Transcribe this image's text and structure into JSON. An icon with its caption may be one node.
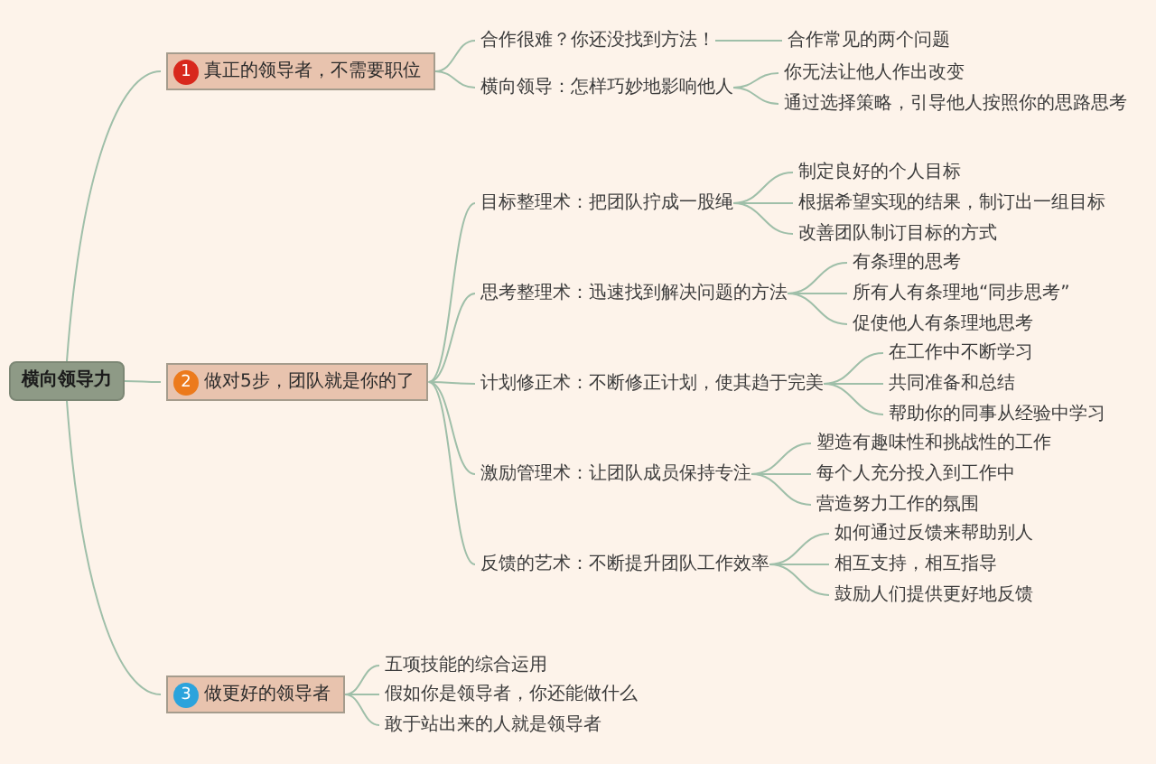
{
  "diagram": {
    "nodes": [
      {
        "text": [
          "横向领导力"
        ]
      },
      {
        "text": [
          "1",
          "真正的领导者，不需要职位"
        ]
      },
      {
        "text": [
          "2",
          "做对5步，团队就是你的了"
        ]
      },
      {
        "text": [
          "3",
          "做更好的领导者"
        ]
      },
      {
        "text": [
          "合作很难？你还没找到方法！"
        ]
      },
      {
        "text": [
          "合作常见的两个问题"
        ]
      },
      {
        "text": [
          "横向领导：怎样巧妙地影响他人"
        ]
      },
      {
        "text": [
          "你无法让他人作出改变"
        ]
      },
      {
        "text": [
          "通过选择策略，引导他人按照你的思路思考"
        ]
      },
      {
        "text": [
          "目标整理术：把团队拧成一股绳"
        ]
      },
      {
        "text": [
          "制定良好的个人目标"
        ]
      },
      {
        "text": [
          "根据希望实现的结果，制订出一组目标"
        ]
      },
      {
        "text": [
          "改善团队制订目标的方式"
        ]
      },
      {
        "text": [
          "思考整理术：迅速找到解决问题的方法"
        ]
      },
      {
        "text": [
          "有条理的思考"
        ]
      },
      {
        "text": [
          "所有人有条理地“同步思考”"
        ]
      },
      {
        "text": [
          "促使他人有条理地思考"
        ]
      },
      {
        "text": [
          "计划修正术：不断修正计划，使其趋于完美"
        ]
      },
      {
        "text": [
          "在工作中不断学习"
        ]
      },
      {
        "text": [
          "共同准备和总结"
        ]
      },
      {
        "text": [
          "帮助你的同事从经验中学习"
        ]
      },
      {
        "text": [
          "激励管理术：让团队成员保持专注"
        ]
      },
      {
        "text": [
          "塑造有趣味性和挑战性的工作"
        ]
      },
      {
        "text": [
          "每个人充分投入到工作中"
        ]
      },
      {
        "text": [
          "营造努力工作的氛围"
        ]
      },
      {
        "text": [
          "反馈的艺术：不断提升团队工作效率"
        ]
      },
      {
        "text": [
          "如何通过反馈来帮助别人"
        ]
      },
      {
        "text": [
          "相互支持，相互指导"
        ]
      },
      {
        "text": [
          "鼓励人们提供更好地反馈"
        ]
      },
      {
        "text": [
          "五项技能的综合运用"
        ]
      },
      {
        "text": [
          "假如你是领导者，你还能做什么"
        ]
      },
      {
        "text": [
          "敢于站出来的人就是领导者"
        ]
      }
    ],
    "edges": [
      {
        "from": 0,
        "to": 1,
        "arrow": "none"
      },
      {
        "from": 0,
        "to": 2,
        "arrow": "none"
      },
      {
        "from": 0,
        "to": 3,
        "arrow": "none"
      },
      {
        "from": 1,
        "to": 4,
        "arrow": "none"
      },
      {
        "from": 1,
        "to": 6,
        "arrow": "none"
      },
      {
        "from": 4,
        "to": 5,
        "arrow": "none"
      },
      {
        "from": 6,
        "to": 7,
        "arrow": "none"
      },
      {
        "from": 6,
        "to": 8,
        "arrow": "none"
      },
      {
        "from": 2,
        "to": 9,
        "arrow": "none"
      },
      {
        "from": 2,
        "to": 13,
        "arrow": "none"
      },
      {
        "from": 2,
        "to": 17,
        "arrow": "none"
      },
      {
        "from": 2,
        "to": 21,
        "arrow": "none"
      },
      {
        "from": 2,
        "to": 25,
        "arrow": "none"
      },
      {
        "from": 9,
        "to": 10,
        "arrow": "none"
      },
      {
        "from": 9,
        "to": 11,
        "arrow": "none"
      },
      {
        "from": 9,
        "to": 12,
        "arrow": "none"
      },
      {
        "from": 13,
        "to": 14,
        "arrow": "none"
      },
      {
        "from": 13,
        "to": 15,
        "arrow": "none"
      },
      {
        "from": 13,
        "to": 16,
        "arrow": "none"
      },
      {
        "from": 17,
        "to": 18,
        "arrow": "none"
      },
      {
        "from": 17,
        "to": 19,
        "arrow": "none"
      },
      {
        "from": 17,
        "to": 20,
        "arrow": "none"
      },
      {
        "from": 21,
        "to": 22,
        "arrow": "none"
      },
      {
        "from": 21,
        "to": 23,
        "arrow": "none"
      },
      {
        "from": 21,
        "to": 24,
        "arrow": "none"
      },
      {
        "from": 25,
        "to": 26,
        "arrow": "none"
      },
      {
        "from": 25,
        "to": 27,
        "arrow": "none"
      },
      {
        "from": 25,
        "to": 28,
        "arrow": "none"
      },
      {
        "from": 3,
        "to": 29,
        "arrow": "none"
      },
      {
        "from": 3,
        "to": 30,
        "arrow": "none"
      },
      {
        "from": 3,
        "to": 31,
        "arrow": "none"
      }
    ]
  }
}
